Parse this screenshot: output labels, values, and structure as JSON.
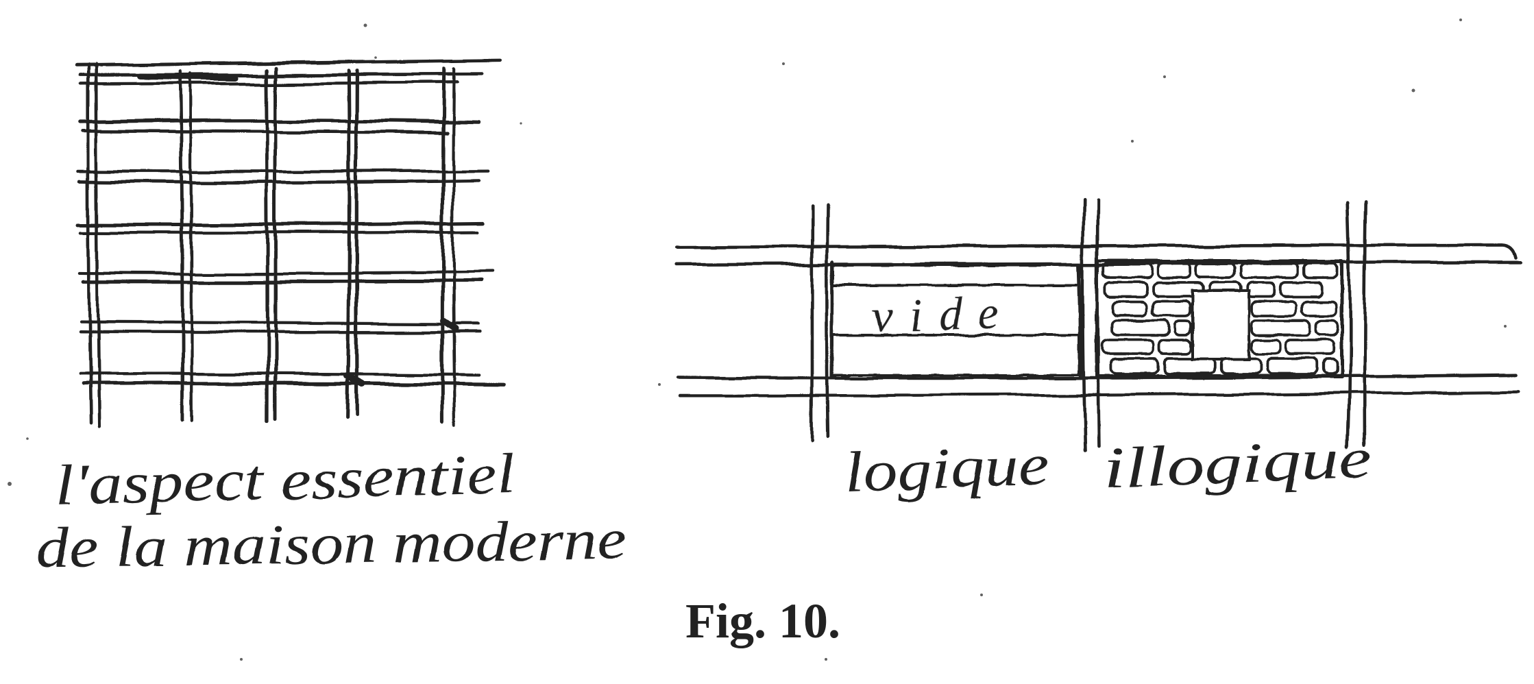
{
  "page": {
    "background": "#ffffff",
    "ink_color": "#222222",
    "type_note": "scanned hand-drawn book figure"
  },
  "figure": {
    "number_label": "Fig. 10.",
    "left_sketch": {
      "caption_line1": "l'aspect essentiel",
      "caption_line2": "de la maison moderne",
      "column_count": 5,
      "slab_row_count": 7
    },
    "right_sketch": {
      "vide_label": "vide",
      "logique_label": "logique",
      "illogique_label": "illogique",
      "bay_count": 2,
      "column_count": 3
    }
  }
}
